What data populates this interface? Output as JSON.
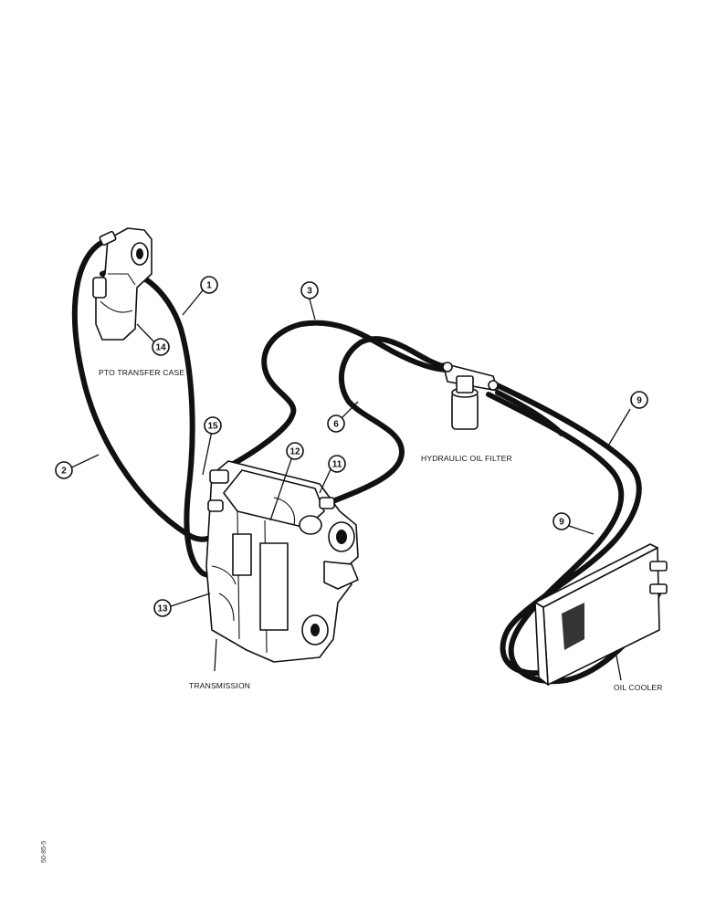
{
  "labels": {
    "pto_transfer_case": "PTO TRANSFER CASE",
    "hydraulic_oil_filter": "HYDRAULIC OIL FILTER",
    "transmission": "TRANSMISSION",
    "oil_cooler": "OIL COOLER"
  },
  "callouts": {
    "c1": "1",
    "c2": "2",
    "c3": "3",
    "c6": "6",
    "c9a": "9",
    "c9b": "9",
    "c11": "11",
    "c12": "12",
    "c13": "13",
    "c14": "14",
    "c15": "15"
  },
  "figure_code": "50-85-5"
}
